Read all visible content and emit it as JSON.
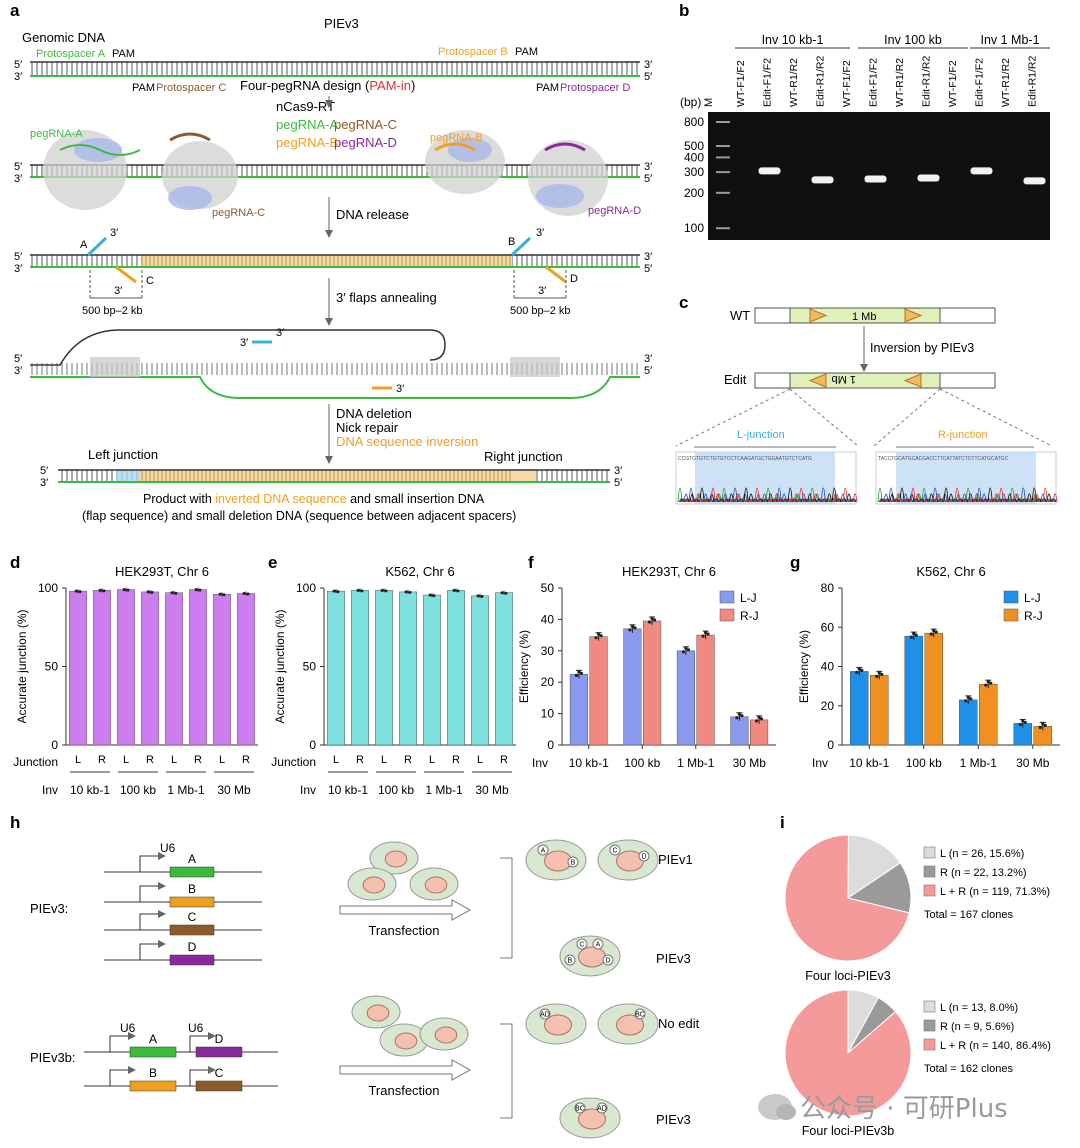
{
  "panel_letters": [
    "a",
    "b",
    "c",
    "d",
    "e",
    "f",
    "g",
    "h",
    "i"
  ],
  "colors": {
    "green": "#3dbb3d",
    "orange": "#f0a020",
    "purple": "#8a2a9a",
    "brown": "#8b5a2b",
    "blue": "#3ab0e0",
    "red": "#e0303a",
    "violet_bar": "#cc7ef0",
    "cyan_bar": "#7fe0e0",
    "lj_f": "#8899ee",
    "rj_f": "#f08a80",
    "lj_g": "#1e90e8",
    "rj_g": "#f09020",
    "pie_main": "#f59a9a",
    "pie_L": "#dcdcdc",
    "pie_R": "#9a9a9a"
  },
  "panel_a": {
    "top_label": "PIEv3",
    "genomic_dna": "Genomic DNA",
    "protospacer_a": "Protospacer A",
    "pam": "PAM",
    "protospacer_b": "Protospacer B",
    "protospacer_c": "Protospacer C",
    "protospacer_d": "Protospacer D",
    "design_prefix": "Four-pegRNA design (",
    "design_highlight": "PAM-in",
    "design_suffix": ")",
    "ncas9": "nCas9-RT",
    "pegA": "pegRNA-A",
    "pegB": "pegRNA-B",
    "pegC": "pegRNA-C",
    "pegD": "pegRNA-D",
    "dna_release": "DNA release",
    "flaps": "3′ flaps annealing",
    "deletion": "DNA deletion",
    "nick": "Nick repair",
    "inversion": "DNA sequence inversion",
    "left_junction": "Left junction",
    "right_junction": "Right junction",
    "span": "500 bp–2 kb",
    "flap_A": "A",
    "flap_B": "B",
    "flap_C": "C",
    "flap_D": "D",
    "five": "5′",
    "three": "3′",
    "product_1a": "Product with ",
    "product_1b": "inverted DNA sequence",
    "product_1c": " and small insertion DNA",
    "product_2": "(flap sequence) and small deletion DNA (sequence between adjacent spacers)"
  },
  "panel_b": {
    "groups": [
      "Inv 10 kb-1",
      "Inv 100 kb",
      "Inv 1 Mb-1"
    ],
    "marker": "M",
    "lanes": [
      "WT-F1/F2",
      "Edit-F1/F2",
      "WT-R1/R2",
      "Edit-R1/R2",
      "WT-F1/F2",
      "Edit-F1/F2",
      "WT-R1/R2",
      "Edit-R1/R2",
      "WT-F1/F2",
      "Edit-F1/F2",
      "WT-R1/R2",
      "Edit-R1/R2"
    ],
    "bp_label": "(bp)",
    "ladder": [
      "800",
      "500",
      "400",
      "300",
      "200",
      "100"
    ],
    "band_lanes": [
      1,
      3,
      5,
      7,
      9,
      11
    ],
    "band_sizes_bp": [
      310,
      260,
      265,
      270,
      310,
      255
    ]
  },
  "panel_c": {
    "wt": "WT",
    "edit": "Edit",
    "region": "1 Mb",
    "arrow_label": "Inversion by PIEv3",
    "l_junction": "L-junction",
    "r_junction": "R-junction",
    "seq_left": "CCGTGTGTCTGTGTCCTCAAGATGCTGGAATGTCTCATG",
    "seq_right": "TACCTGCATGCACGACCTTCATTATCTCTTCATGCATGC"
  },
  "chart_data": [
    {
      "panel": "d",
      "type": "bar",
      "title": "HEK293T, Chr 6",
      "ylabel": "Accurate junction (%)",
      "ylim": [
        0,
        100
      ],
      "yticks": [
        0,
        50,
        100
      ],
      "categories": [
        "L",
        "R",
        "L",
        "R",
        "L",
        "R",
        "L",
        "R"
      ],
      "row_label_1": "Junction",
      "row_label_2": "Inv",
      "groups": [
        "10 kb-1",
        "100 kb",
        "1 Mb-1",
        "30 Mb"
      ],
      "values": [
        98,
        98.5,
        99,
        97.5,
        97,
        99,
        96,
        96.5
      ]
    },
    {
      "panel": "e",
      "type": "bar",
      "title": "K562, Chr 6",
      "ylabel": "Accurate junction (%)",
      "ylim": [
        0,
        100
      ],
      "yticks": [
        0,
        50,
        100
      ],
      "categories": [
        "L",
        "R",
        "L",
        "R",
        "L",
        "R",
        "L",
        "R"
      ],
      "row_label_1": "Junction",
      "row_label_2": "Inv",
      "groups": [
        "10 kb-1",
        "100 kb",
        "1 Mb-1",
        "30 Mb"
      ],
      "values": [
        98,
        98.5,
        98.5,
        97.5,
        95.5,
        98.5,
        95,
        97
      ]
    },
    {
      "panel": "f",
      "type": "bar",
      "title": "HEK293T, Chr 6",
      "ylabel": "Efficiency (%)",
      "ylim": [
        0,
        50
      ],
      "yticks": [
        0,
        10,
        20,
        30,
        40,
        50
      ],
      "xlabel": "Inv",
      "categories": [
        "10 kb-1",
        "100 kb",
        "1 Mb-1",
        "30 Mb"
      ],
      "series": [
        {
          "name": "L-J",
          "values": [
            22.5,
            37,
            30,
            9
          ]
        },
        {
          "name": "R-J",
          "values": [
            34.5,
            39.5,
            35,
            8
          ]
        }
      ]
    },
    {
      "panel": "g",
      "type": "bar",
      "title": "K562, Chr 6",
      "ylabel": "Efficiency (%)",
      "ylim": [
        0,
        80
      ],
      "yticks": [
        0,
        20,
        40,
        60,
        80
      ],
      "xlabel": "Inv",
      "categories": [
        "10 kb-1",
        "100 kb",
        "1 Mb-1",
        "30 Mb"
      ],
      "series": [
        {
          "name": "L-J",
          "values": [
            37.5,
            55.5,
            23,
            11
          ]
        },
        {
          "name": "R-J",
          "values": [
            35.5,
            57,
            31,
            9.5
          ]
        }
      ]
    },
    {
      "panel": "i_top",
      "type": "pie",
      "title": "Four loci-PIEv3",
      "slices": [
        {
          "label": "L (n = 26, 15.6%)",
          "value": 15.6
        },
        {
          "label": "R (n = 22, 13.2%)",
          "value": 13.2
        },
        {
          "label": "L + R (n = 119, 71.3%)",
          "value": 71.3
        }
      ],
      "total": "Total = 167 clones"
    },
    {
      "panel": "i_bottom",
      "type": "pie",
      "title": "Four loci-PIEv3b",
      "slices": [
        {
          "label": "L (n = 13, 8.0%)",
          "value": 8.0
        },
        {
          "label": "R (n = 9, 5.6%)",
          "value": 5.6
        },
        {
          "label": "L + R (n = 140, 86.4%)",
          "value": 86.4
        }
      ],
      "total": "Total = 162 clones"
    }
  ],
  "panel_h": {
    "piev3": "PIEv3:",
    "piev3b": "PIEv3b:",
    "u6": "U6",
    "genes": [
      "A",
      "B",
      "C",
      "D"
    ],
    "transfection": "Transfection",
    "out_piev1": "PIEv1",
    "out_piev3": "PIEv3",
    "out_noedit": "No edit",
    "out_piev3_b": "PIEv3",
    "cell_ab": [
      "A",
      "B"
    ],
    "cell_cd": [
      "C",
      "D"
    ],
    "cell_abcd": [
      "C",
      "A",
      "B",
      "D"
    ],
    "cell_ad": "AD",
    "cell_bc": "BC"
  },
  "watermark": {
    "text": "公众号 · 可研Plus"
  }
}
